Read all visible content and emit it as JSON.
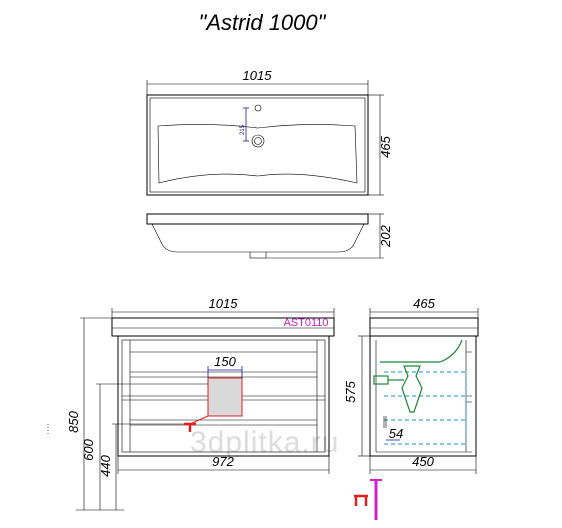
{
  "title": "\"Astrid 1000\"",
  "model_code": "AST0110",
  "watermark": "3dplitka.ru",
  "dimensions": {
    "top_width": "1015",
    "top_depth": "465",
    "tap_offset": "215",
    "basin_height": "202",
    "front_width": "1015",
    "side_depth": "465",
    "total_height": "850",
    "floor_to_drain": "600",
    "floor_to_bottom": "440",
    "cabinet_width": "972",
    "cabinet_depth": "450",
    "side_height": "575",
    "pipe_width": "150",
    "inset": "54"
  },
  "colors": {
    "code": "#d020c8",
    "blue": "#1a1aa0",
    "dash": "#1a8fd0",
    "red": "#e02020",
    "siphon_fill": "#d9d9d9"
  }
}
